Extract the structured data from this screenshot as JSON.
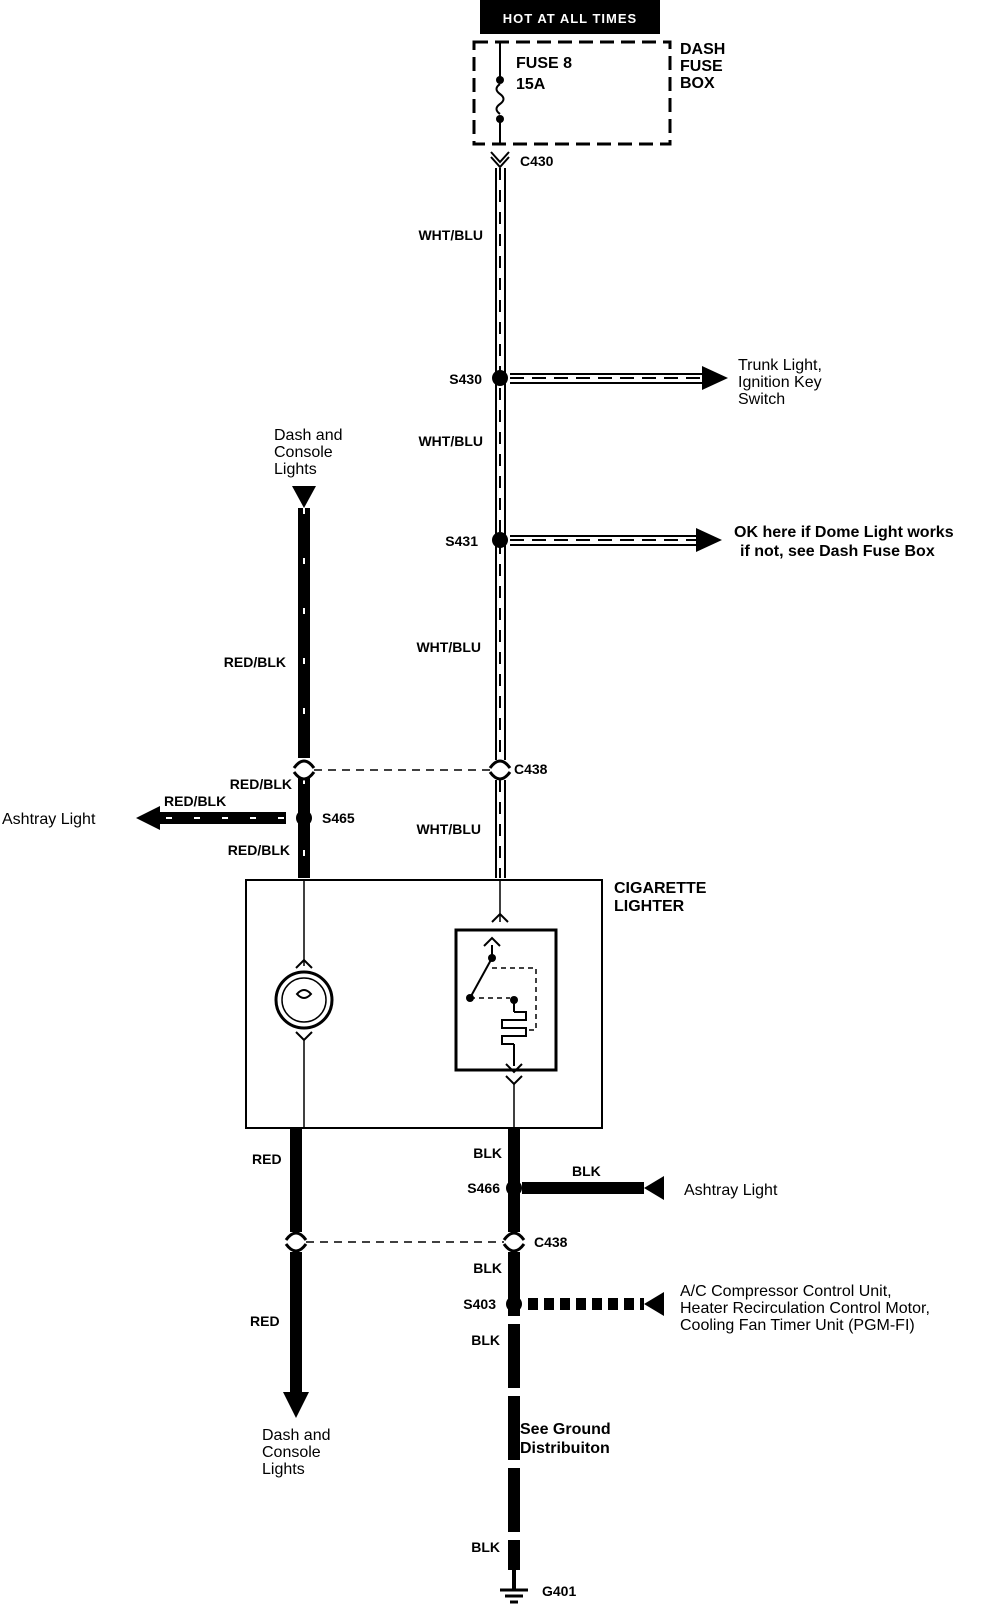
{
  "header": {
    "hot_label": "HOT AT ALL TIMES"
  },
  "fuse_box": {
    "fuse_name": "FUSE 8",
    "fuse_rating": "15A",
    "box_label": [
      "DASH",
      "FUSE",
      "BOX"
    ]
  },
  "connectors": {
    "c430": "C430",
    "c438_upper": "C438",
    "c438_lower": "C438"
  },
  "splices": {
    "s430": "S430",
    "s431": "S431",
    "s465": "S465",
    "s466": "S466",
    "s403": "S403"
  },
  "wires": {
    "wht_blu_1": "WHT/BLU",
    "wht_blu_2": "WHT/BLU",
    "wht_blu_3": "WHT/BLU",
    "wht_blu_4": "WHT/BLU",
    "red_blk_1": "RED/BLK",
    "red_blk_2": "RED/BLK",
    "red_blk_3": "RED/BLK",
    "red_blk_4": "RED/BLK",
    "red_1": "RED",
    "red_2": "RED",
    "blk_1": "BLK",
    "blk_2": "BLK",
    "blk_3": "BLK",
    "blk_4": "BLK",
    "blk_5": "BLK"
  },
  "destinations": {
    "trunk_light": [
      "Trunk Light,",
      "Ignition Key",
      "Switch"
    ],
    "dome_light": [
      "OK here if Dome Light works",
      "if not, see Dash Fuse Box"
    ],
    "dash_console_top": [
      "Dash and",
      "Console",
      "Lights"
    ],
    "ashtray_left": "Ashtray Light",
    "ashtray_right": "Ashtray Light",
    "ac_compressor": [
      "A/C Compressor Control Unit,",
      "Heater Recirculation Control Motor,",
      "Cooling Fan Timer Unit (PGM-FI)"
    ],
    "dash_console_bottom": [
      "Dash and",
      "Console",
      "Lights"
    ],
    "ground_distribution": [
      "See Ground",
      "Distribuiton"
    ]
  },
  "component": {
    "name": [
      "CIGARETTE",
      "LIGHTER"
    ]
  },
  "ground": {
    "g401": "G401"
  }
}
